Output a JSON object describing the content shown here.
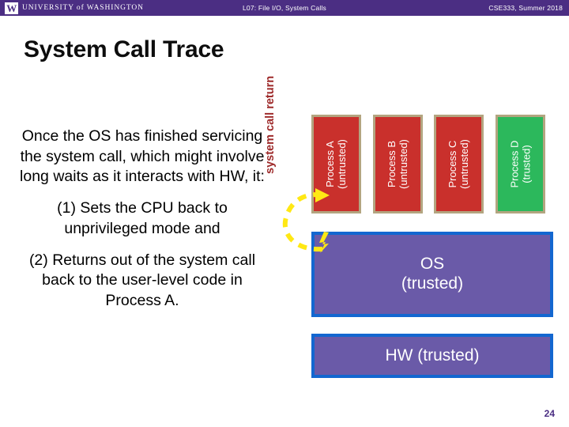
{
  "header": {
    "wordmark_w": "W",
    "wordmark_text": "UNIVERSITY of WASHINGTON",
    "center_title": "L07: File I/O, System Calls",
    "right_title": "CSE333, Summer 2018",
    "bar_color": "#4b2e83"
  },
  "slide": {
    "title": "System Call Trace",
    "page_number": "24"
  },
  "body": {
    "paragraph_1": "Once the OS has finished servicing the system call, which might involve long waits as it interacts with HW, it:",
    "paragraph_2": "(1) Sets the CPU back to unprivileged mode and",
    "paragraph_3": "(2) Returns out of the system call back to the user-level code in Process A."
  },
  "diagram": {
    "syscall_return_label": "system call return",
    "syscall_return_color": "#9e2a2a",
    "arrow_color": "#ffe814",
    "processes": [
      {
        "name": "Process A",
        "trust": "(untrusted)",
        "color": "#c9302c"
      },
      {
        "name": "Process B",
        "trust": "(untrusted)",
        "color": "#c9302c"
      },
      {
        "name": "Process C",
        "trust": "(untrusted)",
        "color": "#c9302c"
      },
      {
        "name": "Process D",
        "trust": "(trusted)",
        "color": "#2cb85c"
      }
    ],
    "os_line_1": "OS",
    "os_line_2": "(trusted)",
    "hw_label": "HW (trusted)",
    "layer_fill": "#6a5aa8",
    "layer_border": "#1367d0"
  }
}
